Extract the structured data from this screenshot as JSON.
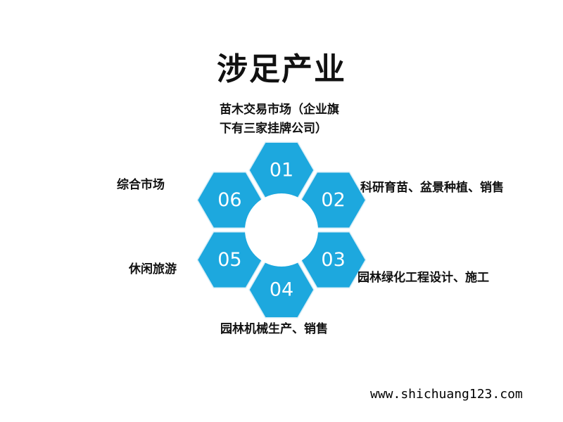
{
  "title": "涉足产业",
  "segments": [
    {
      "number": "01",
      "label": "苗木交易市场（企业旗下有三家挂牌公司）"
    },
    {
      "number": "02",
      "label": "科研育苗、盆景种植、销售"
    },
    {
      "number": "03",
      "label": "园林绿化工程设计、施工"
    },
    {
      "number": "04",
      "label": "园林机械生产、销售"
    },
    {
      "number": "05",
      "label": "休闲旅游"
    },
    {
      "number": "06",
      "label": "综合市场"
    }
  ],
  "footer": "www.shichuang123.com",
  "colors": {
    "hexagon": "#1da8de",
    "hexagon_edge": "#d9eef7",
    "text": "#111111"
  }
}
